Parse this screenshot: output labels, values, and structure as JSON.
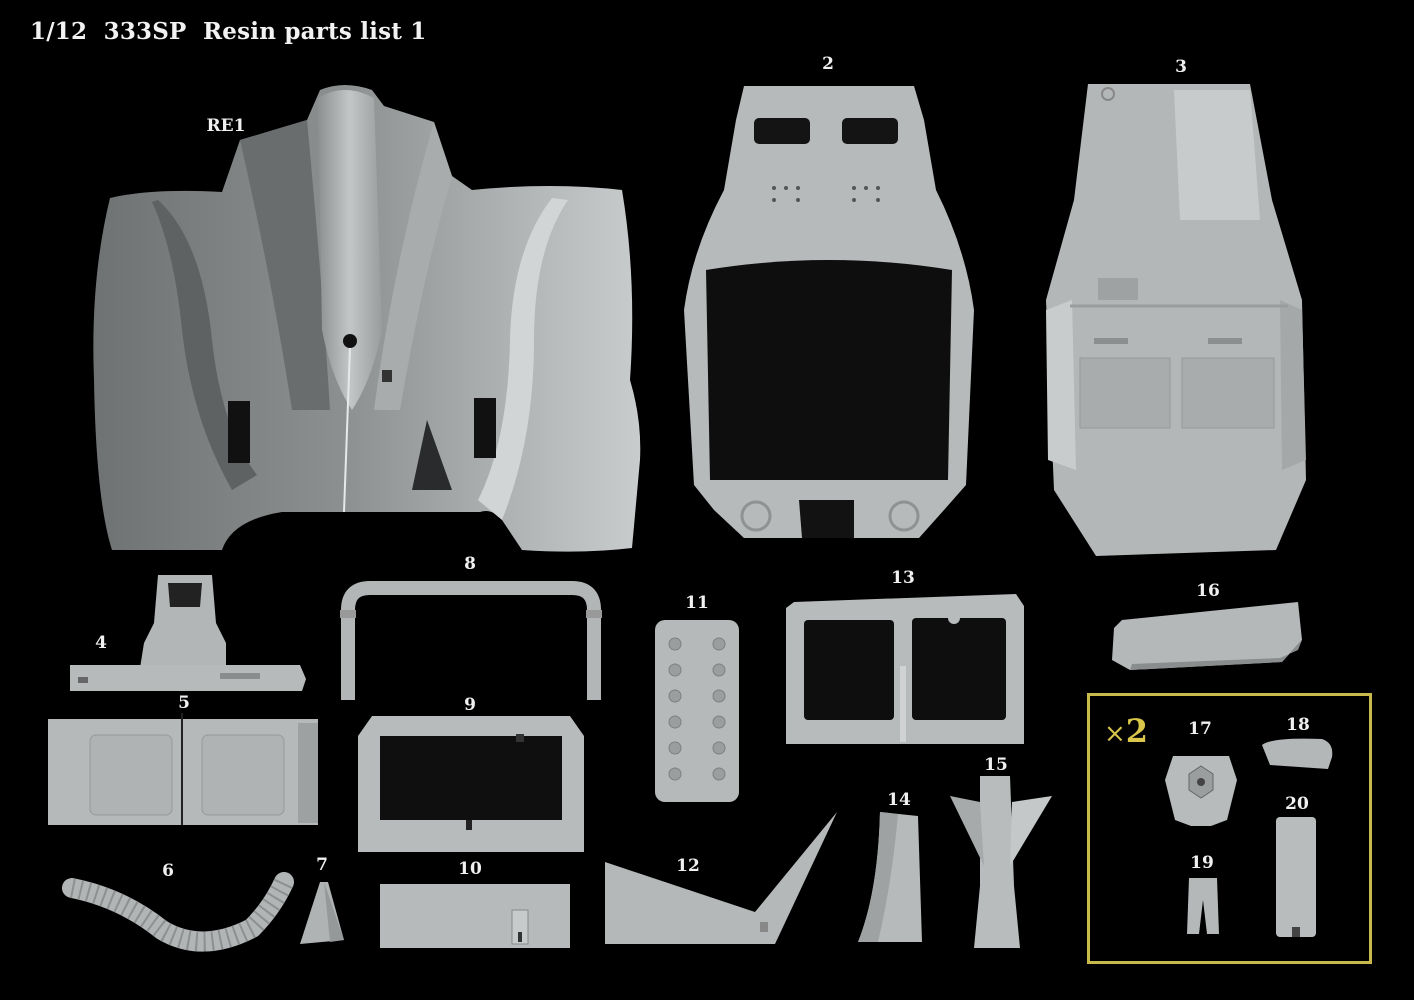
{
  "title": "1/12  333SP  Resin parts list 1",
  "multiplier": {
    "symbol": "×",
    "count": "2"
  },
  "labels": {
    "re1": "RE1",
    "p2": "2",
    "p3": "3",
    "p4": "4",
    "p5": "5",
    "p6": "6",
    "p7": "7",
    "p8": "8",
    "p9": "9",
    "p10": "10",
    "p11": "11",
    "p12": "12",
    "p13": "13",
    "p14": "14",
    "p15": "15",
    "p16": "16",
    "p17": "17",
    "p18": "18",
    "p19": "19",
    "p20": "20"
  },
  "colors": {
    "background": "#000000",
    "resin": "#b9bcbd",
    "resin_shadow": "#7f8283",
    "box": "#c9b84a"
  }
}
